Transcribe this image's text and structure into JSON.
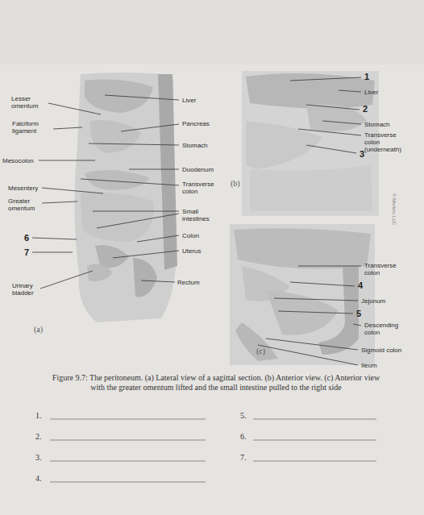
{
  "diagram": {
    "caption": "Figure 9.7: The peritoneum. (a) Lateral view of a sagittal section. (b) Anterior view. (c) Anterior view with the greater omentum lifted and the small intestine pulled to the right side",
    "labels": [
      "Lesser omentum",
      "Liver",
      "Falciform ligament",
      "Pancreas",
      "Stomach",
      "Mesocolon",
      "Duodenum",
      "Mesentery",
      "Transverse colon",
      "Greater omentum",
      "Small intestines",
      "6",
      "Colon",
      "7",
      "Uterus",
      "Urinary bladder",
      "Rectum",
      "(a)",
      "1",
      "Liver",
      "2",
      "Stomach",
      "Transverse colon (underneath)",
      "3",
      "(b)",
      "© Morton, LLC",
      "Transverse colon",
      "4",
      "Jejunum",
      "5",
      "Descending colon",
      "Sigmoid colon",
      "Ileum",
      "(c)",
      "1.",
      "2.",
      "3.",
      "4.",
      "5.",
      "6.",
      "7."
    ]
  }
}
